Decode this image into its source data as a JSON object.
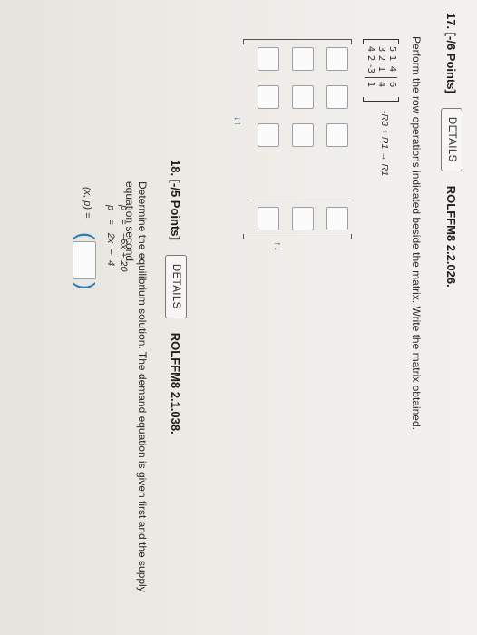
{
  "q17": {
    "number": "17. [-/6 Points]",
    "details": "DETAILS",
    "code": "ROLFFM8 2.2.026.",
    "instruction": "Perform the row operations indicated beside the matrix. Write the matrix obtained.",
    "matrix_rows": [
      [
        "5",
        "1",
        "4",
        "6"
      ],
      [
        "3",
        "2",
        "1",
        "4"
      ],
      [
        "4",
        "2",
        "-3",
        "1"
      ]
    ],
    "operation": "-R3 + R1 → R1",
    "arrow_up": "↑",
    "arrow_down": "↓"
  },
  "q18": {
    "number": "18. [-/5 Points]",
    "details": "DETAILS",
    "code": "ROLFFM8 2.1.038.",
    "instruction": "Determine the equilibrium solution. The demand equation is given first and the supply equation second.",
    "eq1": {
      "lhs": "p",
      "eq": "=",
      "rhs": "−6x + 20"
    },
    "eq2": {
      "lhs": "p",
      "eq": "=",
      "rhs": "2x  −  4"
    },
    "pair_label": "(x, p) =",
    "open_paren": "(",
    "close_paren": ")"
  },
  "colors": {
    "details_border": "#7a7a7a",
    "arrow_green": "#2e8b3a",
    "arrow_blue": "#2f6fb5",
    "paren_blue": "#2a7fb8"
  }
}
